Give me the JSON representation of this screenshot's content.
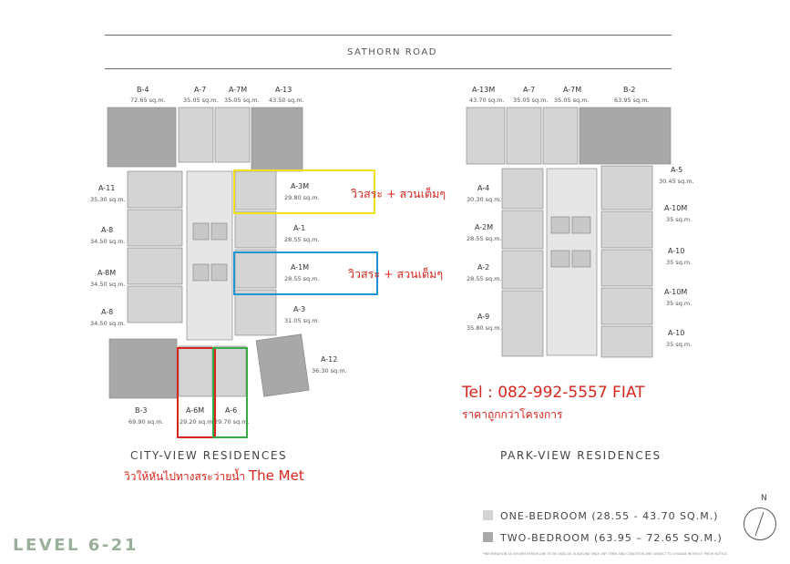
{
  "road": "SATHORN ROAD",
  "city": {
    "title": "CITY-VIEW RESIDENCES",
    "units": [
      {
        "code": "B-4",
        "area": "72.65 sq.m."
      },
      {
        "code": "A-7",
        "area": "35.05 sq.m."
      },
      {
        "code": "A-7M",
        "area": "35.05 sq.m."
      },
      {
        "code": "A-13",
        "area": "43.50 sq.m."
      },
      {
        "code": "A-11",
        "area": "35.30 sq.m."
      },
      {
        "code": "A-8",
        "area": "34.50 sq.m."
      },
      {
        "code": "A-8M",
        "area": "34.50 sq.m."
      },
      {
        "code": "A-8",
        "area": "34.50 sq.m."
      },
      {
        "code": "A-3M",
        "area": "29.80 sq.m."
      },
      {
        "code": "A-1",
        "area": "28.55 sq.m."
      },
      {
        "code": "A-1M",
        "area": "28.55 sq.m."
      },
      {
        "code": "A-3",
        "area": "31.05 sq.m."
      },
      {
        "code": "A-12",
        "area": "36.30 sq.m."
      },
      {
        "code": "B-3",
        "area": "69.90 sq.m."
      },
      {
        "code": "A-6M",
        "area": "29.20 sq.m."
      },
      {
        "code": "A-6",
        "area": "29.70 sq.m."
      }
    ]
  },
  "park": {
    "title": "PARK-VIEW RESIDENCES",
    "units": [
      {
        "code": "A-13M",
        "area": "43.70 sq.m."
      },
      {
        "code": "A-7",
        "area": "35.05 sq.m."
      },
      {
        "code": "A-7M",
        "area": "35.05 sq.m."
      },
      {
        "code": "B-2",
        "area": "63.95 sq.m."
      },
      {
        "code": "A-4",
        "area": "30.30 sq.m."
      },
      {
        "code": "A-2M",
        "area": "28.55 sq.m."
      },
      {
        "code": "A-2",
        "area": "28.55 sq.m."
      },
      {
        "code": "A-9",
        "area": "35.80 sq.m."
      },
      {
        "code": "A-5",
        "area": "30.45 sq.m."
      },
      {
        "code": "A-10M",
        "area": "35 sq.m."
      },
      {
        "code": "A-10",
        "area": "35 sq.m."
      },
      {
        "code": "A-10M",
        "area": "35 sq.m."
      },
      {
        "code": "A-10",
        "area": "35 sq.m."
      }
    ]
  },
  "annotations": {
    "view_note_1": "วิวสระ + สวนเต็มๆ",
    "view_note_2": "วิวสระ + สวนเต็มๆ",
    "tel": "Tel : 082-992-5557  FIAT",
    "price_note": "ราคาถูกกว่าโครงการ",
    "caption_thai": "วิวให้หันไปทางสระว่ายน้ำ",
    "caption_en": "The Met"
  },
  "legend": {
    "one_bedroom": "ONE-BEDROOM (28.55 - 43.70 SQ.M.)",
    "two_bedroom": "TWO-BEDROOM (63.95 – 72.65 SQ.M.)",
    "disclaimer": "*INFORMATION AS SHOWN HEREIN ARE TO BE USED AS GUIDELINE ONLY. ANY TERM AND CONDITION ARE SUBJECT TO CHANGE WITHOUT PRIOR NOTICE."
  },
  "level": "LEVEL 6-21",
  "north": "N",
  "colors": {
    "one_bedroom": "#d4d4d4",
    "two_bedroom": "#a8a8a8",
    "highlight_yellow": "#f2e21b",
    "highlight_blue": "#1f95d2",
    "highlight_red": "#d7261d",
    "highlight_green": "#3aaa48",
    "text_red": "#d7261d",
    "level_green": "#9bb09b"
  }
}
